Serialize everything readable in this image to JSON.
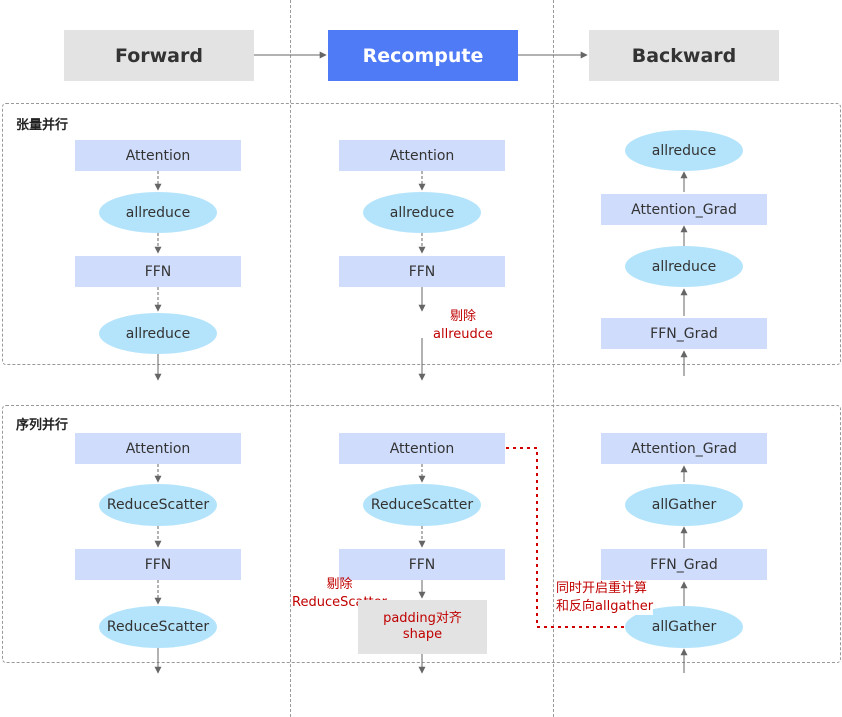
{
  "headers": {
    "forward": "Forward",
    "recompute": "Recompute",
    "backward": "Backward"
  },
  "tensor_parallel": {
    "title": "张量并行",
    "forward": [
      "Attention",
      "allreduce",
      "FFN",
      "allreduce"
    ],
    "recompute": [
      "Attention",
      "allreduce",
      "FFN"
    ],
    "recompute_note": "剔除\nallreudce",
    "backward": [
      "allreduce",
      "Attention_Grad",
      "allreduce",
      "FFN_Grad"
    ]
  },
  "sequence_parallel": {
    "title": "序列并行",
    "forward": [
      "Attention",
      "ReduceScatter",
      "FFN",
      "ReduceScatter"
    ],
    "recompute": [
      "Attention",
      "ReduceScatter",
      "FFN"
    ],
    "recompute_note": "剔除\nReduceScatter",
    "padding_box": "padding对齐\nshape",
    "backward": [
      "Attention_Grad",
      "allGather",
      "FFN_Grad",
      "allGather"
    ],
    "overlap_note": "同时开启重计算\n和反向allgather"
  },
  "colors": {
    "accent_blue": "#4f7bf7",
    "node_rect": "#cfdcfc",
    "node_ellipse": "#b4e4fb",
    "header_grey": "#e3e3e3",
    "annotation_red": "#c00000"
  }
}
